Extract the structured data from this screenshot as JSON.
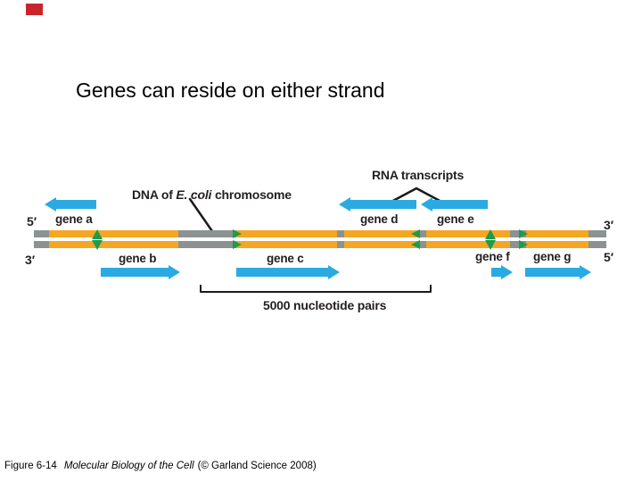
{
  "title": "Genes can reside on either strand",
  "colors": {
    "dna_strand": "#F5A623",
    "non_gene_segment": "#8C9192",
    "rna_arrow": "#29ABE2",
    "gene_marker": "#1E9B4D",
    "label_text": "#231F20",
    "line_color": "#1A1A1A",
    "red_marker": "#C9242B"
  },
  "diagram": {
    "dna_label": {
      "prefix": "DNA of ",
      "italic": "E. coli",
      "suffix": " chromosome"
    },
    "rna_label": "RNA transcripts",
    "scale_label": "5000 nucleotide pairs",
    "strand_ends": {
      "left_top": "5′",
      "left_bottom": "3′",
      "right_top": "3′",
      "right_bottom": "5′"
    },
    "genes": [
      {
        "name": "gene a",
        "strand": "top",
        "direction": "left"
      },
      {
        "name": "gene b",
        "strand": "bottom",
        "direction": "right"
      },
      {
        "name": "gene c",
        "strand": "bottom",
        "direction": "right"
      },
      {
        "name": "gene d",
        "strand": "top",
        "direction": "left"
      },
      {
        "name": "gene e",
        "strand": "top",
        "direction": "left"
      },
      {
        "name": "gene f",
        "strand": "bottom",
        "direction": "right"
      },
      {
        "name": "gene g",
        "strand": "bottom",
        "direction": "right"
      }
    ]
  },
  "caption": {
    "figure": "Figure 6-14",
    "book_title": "Molecular Biology of the Cell",
    "publisher": "(© Garland Science 2008)"
  }
}
